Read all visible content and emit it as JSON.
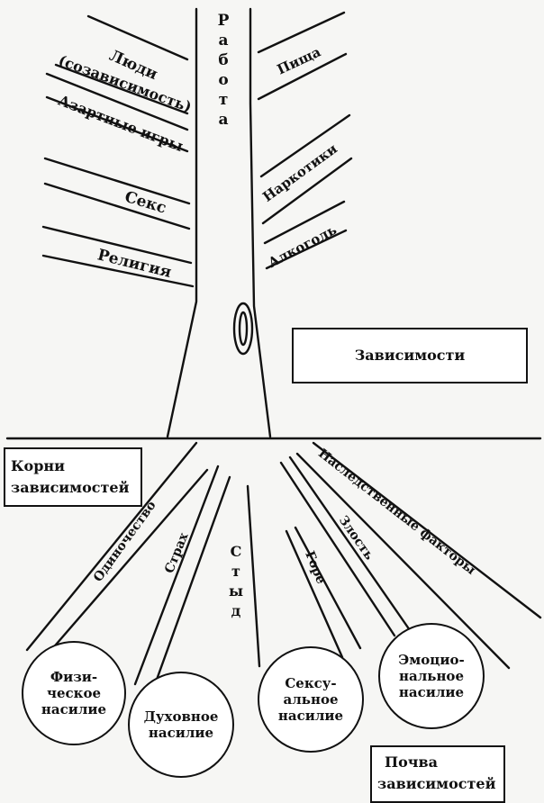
{
  "branches_left": {
    "people": "Люди",
    "codependency": "(созависимость)",
    "gambling": "Азартные игры",
    "sex": "Секс",
    "religion": "Религия"
  },
  "trunk_label": "Работа",
  "branches_right": {
    "food": "Пища",
    "drugs": "Наркотики",
    "alcohol": "Алкоголь"
  },
  "addictions_box": "Зависимости",
  "roots_box": {
    "line1": "Корни",
    "line2": "зависимостей"
  },
  "roots": {
    "loneliness": "Одиночество",
    "fear": "Страх",
    "shame": "Стыд",
    "grief": "Горе",
    "anger": "Злость",
    "heredity": "Наследственные факторы"
  },
  "soil_nodes": {
    "physical": "Физи-\nческое\nнасилие",
    "spiritual": "Духовное\nнасилие",
    "sexual": "Сексу-\nальное\nнасилие",
    "emotional": "Эмоцио-\nнальное\nнасилие"
  },
  "soil_box": {
    "line1": "Почва",
    "line2": "зависимостей"
  }
}
